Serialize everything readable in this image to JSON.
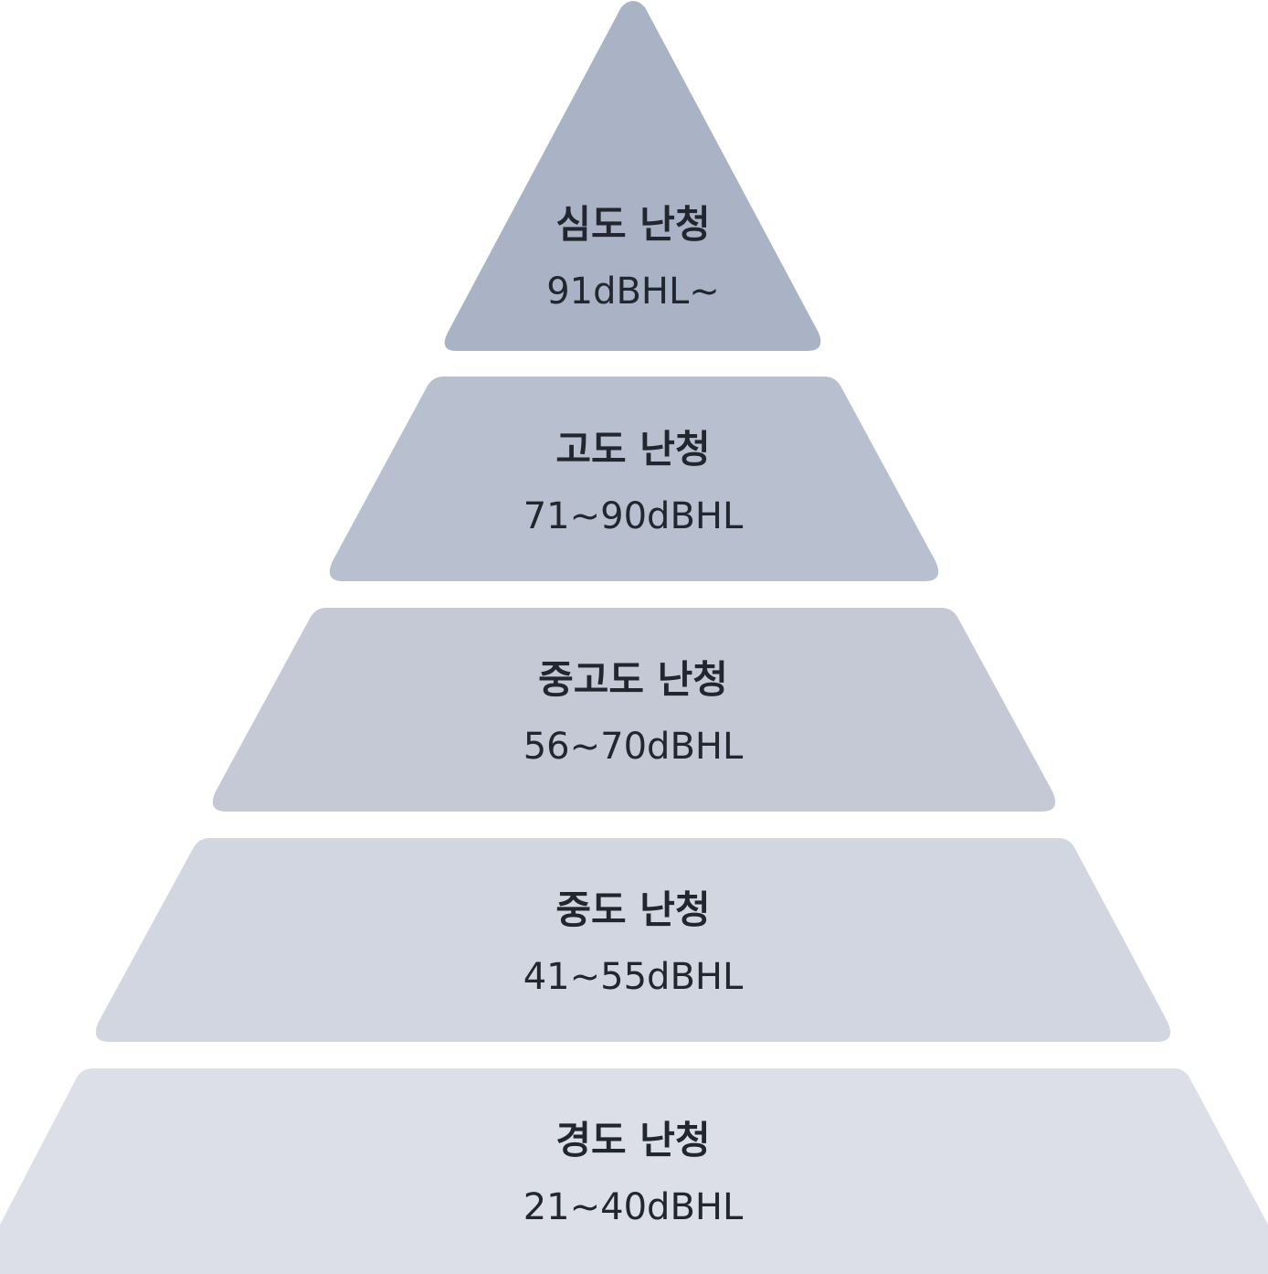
{
  "pyramid": {
    "levels": [
      {
        "name": "심도 난청",
        "range": "91dBHL~",
        "color": "#aab3c5"
      },
      {
        "name": "고도 난청",
        "range": "71~90dBHL",
        "color": "#b8bfcf"
      },
      {
        "name": "중고도 난청",
        "range": "56~70dBHL",
        "color": "#c5c9d5"
      },
      {
        "name": "중도 난청",
        "range": "41~55dBHL",
        "color": "#d2d6e1"
      },
      {
        "name": "경도 난청",
        "range": "21~40dBHL",
        "color": "#dcdfe8"
      }
    ]
  }
}
